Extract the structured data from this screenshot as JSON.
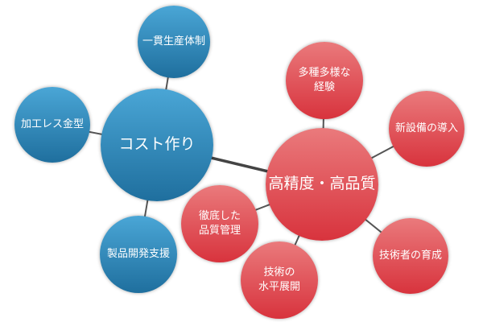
{
  "colors": {
    "blue": "#2f86b8",
    "red": "#e0474f",
    "link": "#444444"
  },
  "hubs": {
    "cost": "コスト作り",
    "quality": "高精度・高品質"
  },
  "cost_nodes": {
    "integrated": "一貫生産体制",
    "mold": "加工レス金型",
    "dev": "製品開発支援"
  },
  "quality_nodes": {
    "experience": "多種多様な\n経験",
    "equipment": "新設備の導入",
    "qc": "徹底した\n品質管理",
    "tech": "技術の\n水平展開",
    "engineers": "技術者の育成"
  }
}
